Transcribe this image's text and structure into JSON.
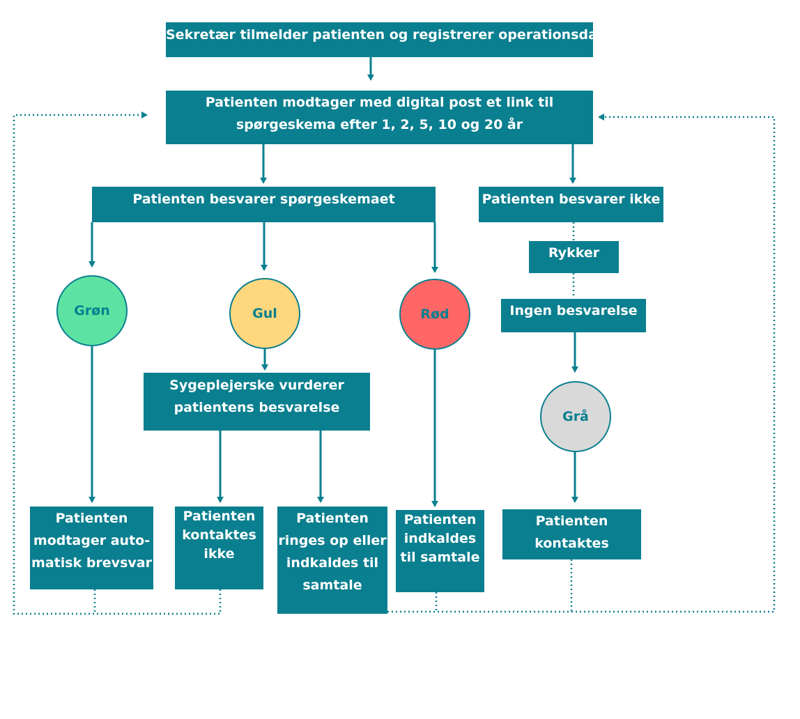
{
  "colors": {
    "box": "#0a7f8f",
    "box_text": "#ffffff",
    "connector": "#0a7f8f",
    "green": "#5de3a1",
    "yellow": "#fed77e",
    "red": "#ff6766",
    "gray": "#d9d9d9"
  },
  "nodes": {
    "start": {
      "lines": [
        "Sekretær tilmelder patienten og registrerer operationsdato"
      ]
    },
    "receive_link": {
      "lines": [
        "Patienten modtager med digital post et link til",
        "spørgeskema efter 1, 2, 5, 10 og 20 år"
      ]
    },
    "answers": {
      "lines": [
        "Patienten besvarer spørgeskemaet"
      ]
    },
    "no_answer": {
      "lines": [
        "Patienten besvarer ikke"
      ]
    },
    "reminder": {
      "lines": [
        "Rykker"
      ]
    },
    "no_response": {
      "lines": [
        "Ingen besvarelse"
      ]
    },
    "nurse_review": {
      "lines": [
        "Sygeplejerske vurderer",
        "patientens besvarelse"
      ]
    },
    "auto_reply": {
      "lines": [
        "Patienten",
        "modtager auto-",
        "matisk brevsvar"
      ]
    },
    "not_contacted": {
      "lines": [
        "Patienten",
        "kontaktes",
        "ikke"
      ]
    },
    "called_or_summoned": {
      "lines": [
        "Patienten",
        "ringes op eller",
        "indkaldes til",
        "samtale"
      ]
    },
    "summoned": {
      "lines": [
        "Patienten",
        "indkaldes",
        "til samtale"
      ]
    },
    "contacted": {
      "lines": [
        "Patienten",
        "kontaktes"
      ]
    }
  },
  "statuses": {
    "green": "Grøn",
    "yellow": "Gul",
    "red": "Rød",
    "gray": "Grå"
  }
}
